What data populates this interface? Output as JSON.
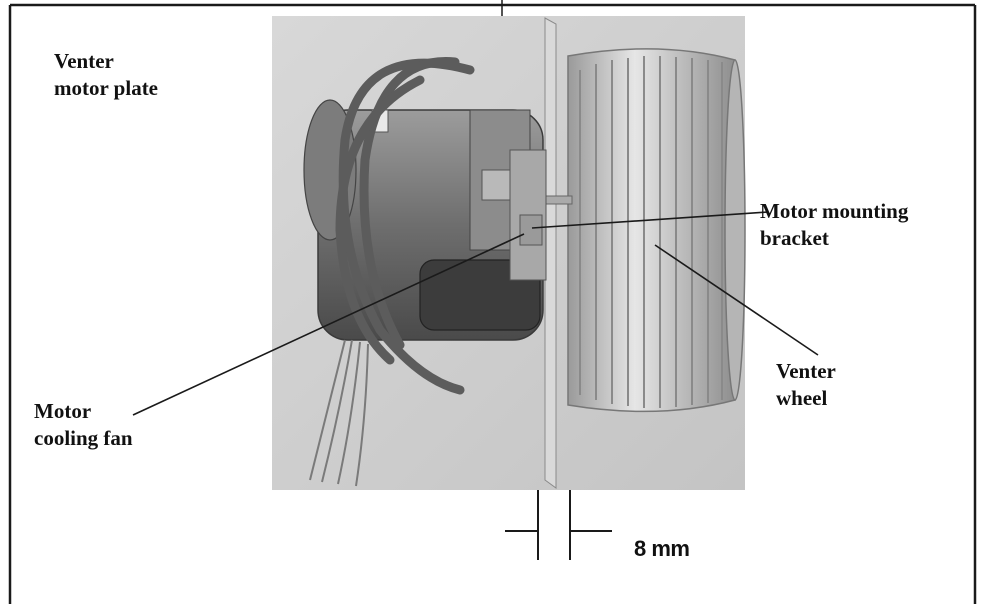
{
  "labels": {
    "venter_motor_plate": [
      "Venter",
      "motor plate"
    ],
    "motor_mounting_bracket": [
      "Motor mounting",
      "bracket"
    ],
    "venter_wheel": [
      "Venter",
      "wheel"
    ],
    "motor_cooling_fan": [
      "Motor",
      "cooling fan"
    ]
  },
  "dimension": {
    "text": "8 mm"
  },
  "colors": {
    "frame": "#1a1a1a",
    "photo_bg": "#cfcfcf",
    "text": "#111111"
  }
}
